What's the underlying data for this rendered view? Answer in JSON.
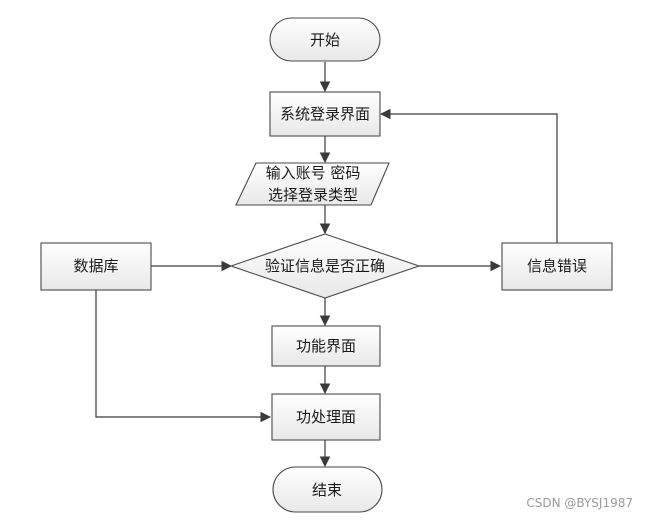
{
  "flowchart": {
    "start": "开始",
    "login_page": "系统登录界面",
    "input_line1": "输入账号 密码",
    "input_line2": "选择登录类型",
    "verify": "验证信息是否正确",
    "database": "数据库",
    "error": "信息错误",
    "function_page": "功能界面",
    "processing": "功处理面",
    "end": "结束"
  },
  "watermark": "CSDN @BYSJ1987"
}
